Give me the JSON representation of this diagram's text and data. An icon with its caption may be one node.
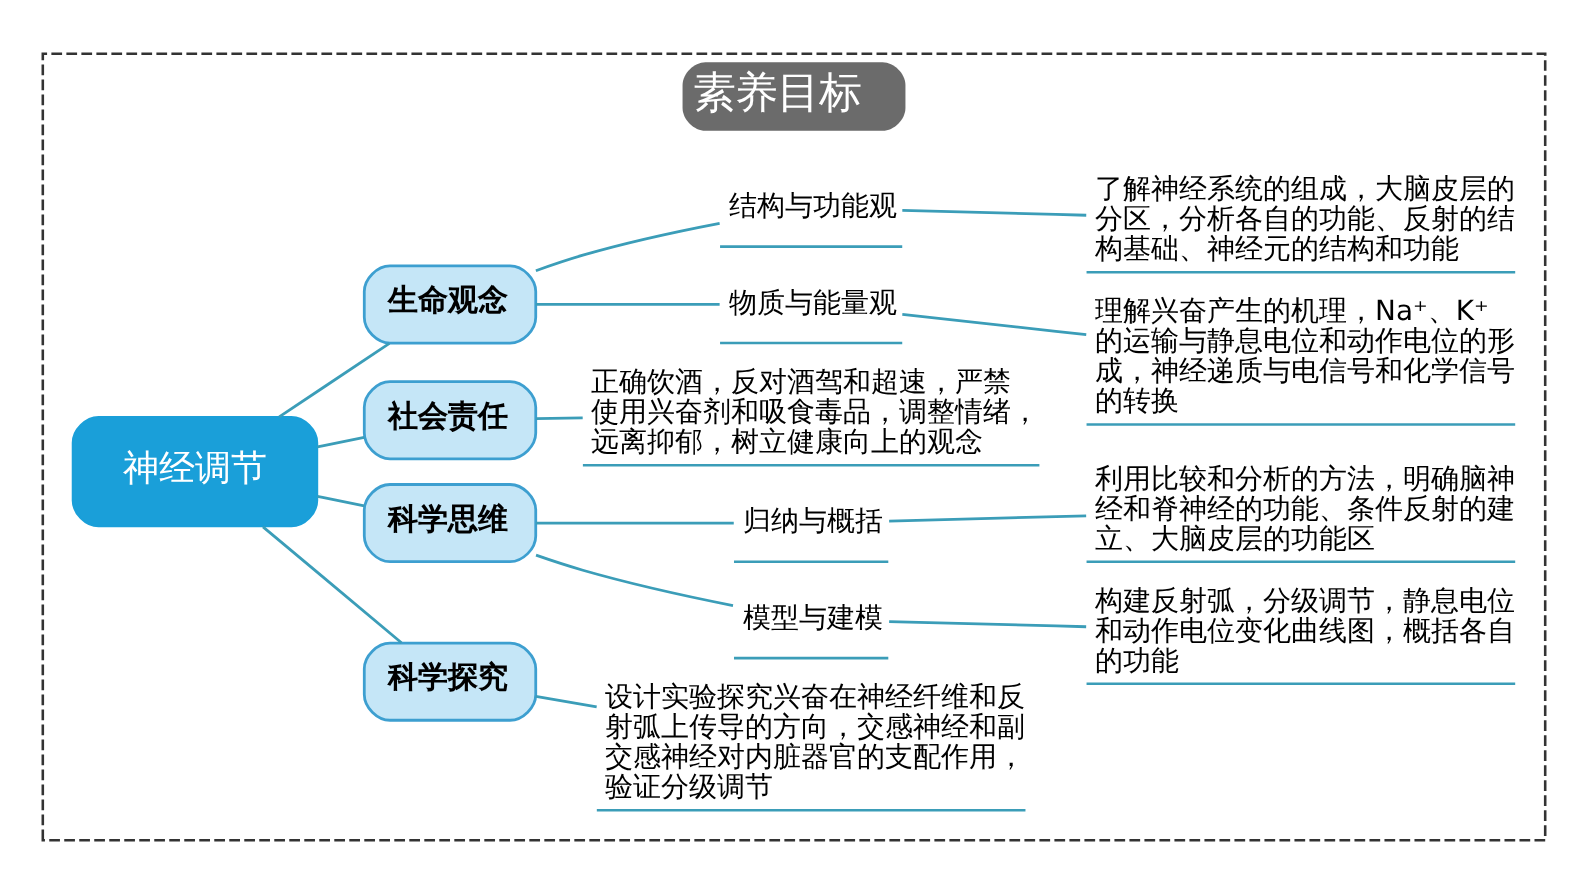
{
  "diagram": {
    "nodes": [
      {
        "text": [
          "素养目标"
        ]
      },
      {
        "text": [
          "神经调节"
        ],
        "in": 0
      },
      {
        "text": [
          "生命观念"
        ],
        "in": 0
      },
      {
        "text": [
          "结构与功能观"
        ],
        "in": 0
      },
      {
        "text": [
          "了解神经系统的组成，大脑皮层的分区，分析各自的功能、反射的结构基础、神经元的结构和功能"
        ],
        "in": 0
      },
      {
        "text": [
          "物质与能量观"
        ],
        "in": 0
      },
      {
        "text": [
          "理解兴奋产生的机理，Na⁺、K⁺的运输与静息电位和动作电位的形成，神经递质与电信号和化学信号的转换"
        ],
        "in": 0
      },
      {
        "text": [
          "社会责任"
        ],
        "in": 0
      },
      {
        "text": [
          "正确饮酒，反对酒驾和超速，严禁使用兴奋剂和吸食毒品，调整情绪，远离抑郁，树立健康向上的观念"
        ],
        "in": 0
      },
      {
        "text": [
          "科学思维"
        ],
        "in": 0
      },
      {
        "text": [
          "归纳与概括"
        ],
        "in": 0
      },
      {
        "text": [
          "利用比较和分析的方法，明确脑神经和脊神经的功能、条件反射的建立、大脑皮层的功能区"
        ],
        "in": 0
      },
      {
        "text": [
          "模型与建模"
        ],
        "in": 0
      },
      {
        "text": [
          "构建反射弧，分级调节，静息电位和动作电位变化曲线图，概括各自的功能"
        ],
        "in": 0
      },
      {
        "text": [
          "科学探究"
        ],
        "in": 0
      },
      {
        "text": [
          "设计实验探究兴奋在神经纤维和反射弧上传导的方向，交感神经和副交感神经对内脏器官的支配作用，验证分级调节"
        ],
        "in": 0
      }
    ],
    "edges": [
      {
        "from": 1,
        "to": 2,
        "arrow": "none"
      },
      {
        "from": 2,
        "to": 3,
        "arrow": "none"
      },
      {
        "from": 3,
        "to": 4,
        "arrow": "none"
      },
      {
        "from": 2,
        "to": 5,
        "arrow": "none"
      },
      {
        "from": 5,
        "to": 6,
        "arrow": "none"
      },
      {
        "from": 1,
        "to": 7,
        "arrow": "none"
      },
      {
        "from": 7,
        "to": 8,
        "arrow": "none"
      },
      {
        "from": 1,
        "to": 9,
        "arrow": "none"
      },
      {
        "from": 9,
        "to": 10,
        "arrow": "none"
      },
      {
        "from": 10,
        "to": 11,
        "arrow": "none"
      },
      {
        "from": 9,
        "to": 12,
        "arrow": "none"
      },
      {
        "from": 12,
        "to": 13,
        "arrow": "none"
      },
      {
        "from": 1,
        "to": 14,
        "arrow": "none"
      },
      {
        "from": 14,
        "to": 15,
        "arrow": "none"
      }
    ]
  }
}
